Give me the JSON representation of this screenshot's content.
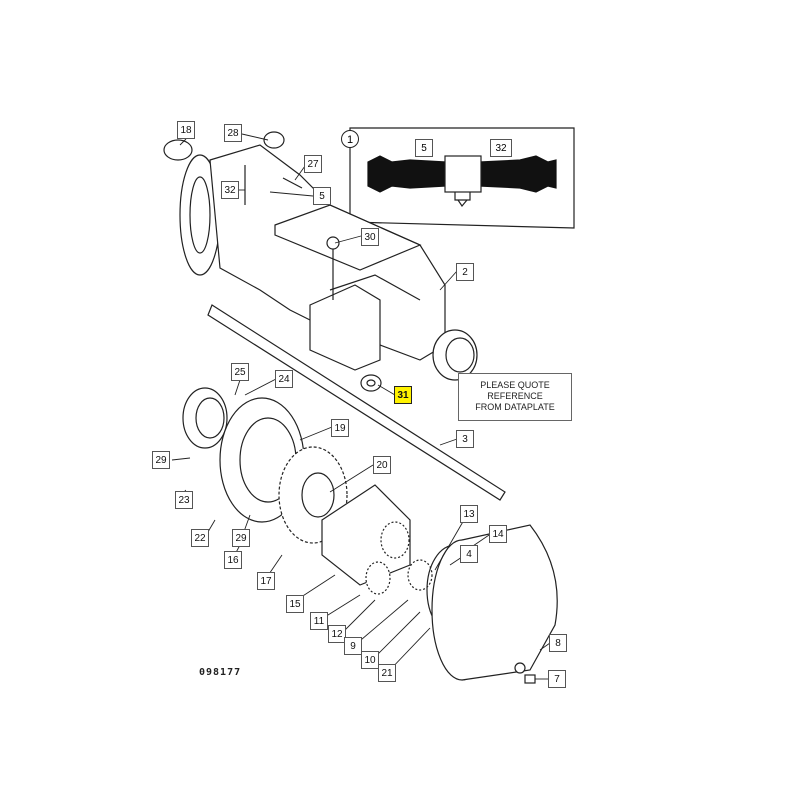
{
  "diagram": {
    "drawing_number": "098177",
    "inset": {
      "badge": "1",
      "labels": [
        "5",
        "32"
      ]
    },
    "dataplate_note": {
      "line1": "PLEASE QUOTE",
      "line2": "REFERENCE",
      "line3": "FROM DATAPLATE"
    },
    "callouts": [
      {
        "id": "18",
        "label": "18"
      },
      {
        "id": "28",
        "label": "28"
      },
      {
        "id": "27",
        "label": "27"
      },
      {
        "id": "32",
        "label": "32"
      },
      {
        "id": "5",
        "label": "5"
      },
      {
        "id": "30",
        "label": "30"
      },
      {
        "id": "2",
        "label": "2"
      },
      {
        "id": "31",
        "label": "31",
        "highlighted": true
      },
      {
        "id": "25",
        "label": "25"
      },
      {
        "id": "24",
        "label": "24"
      },
      {
        "id": "19",
        "label": "19"
      },
      {
        "id": "3",
        "label": "3"
      },
      {
        "id": "29a",
        "label": "29"
      },
      {
        "id": "20",
        "label": "20"
      },
      {
        "id": "23",
        "label": "23"
      },
      {
        "id": "22",
        "label": "22"
      },
      {
        "id": "29b",
        "label": "29"
      },
      {
        "id": "16",
        "label": "16"
      },
      {
        "id": "13",
        "label": "13"
      },
      {
        "id": "14",
        "label": "14"
      },
      {
        "id": "4",
        "label": "4"
      },
      {
        "id": "17",
        "label": "17"
      },
      {
        "id": "15",
        "label": "15"
      },
      {
        "id": "11",
        "label": "11"
      },
      {
        "id": "12",
        "label": "12"
      },
      {
        "id": "9",
        "label": "9"
      },
      {
        "id": "8",
        "label": "8"
      },
      {
        "id": "10",
        "label": "10"
      },
      {
        "id": "21",
        "label": "21"
      },
      {
        "id": "7",
        "label": "7"
      }
    ],
    "colors": {
      "highlight": "#fff200",
      "line": "#222222"
    }
  }
}
